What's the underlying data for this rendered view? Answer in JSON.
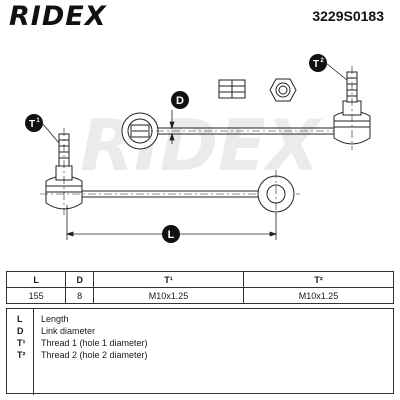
{
  "brand": {
    "name": "RIDEX"
  },
  "part_number": "3229S0183",
  "badges": {
    "d": "D",
    "t1": "T",
    "t1_sup": "1",
    "t2": "T",
    "t2_sup": "2",
    "l": "L"
  },
  "table": {
    "headers": [
      "L",
      "D",
      "T¹",
      "T²"
    ],
    "values": [
      "155",
      "8",
      "M10x1.25",
      "M10x1.25"
    ]
  },
  "legend": [
    {
      "key": "L",
      "desc": "Length"
    },
    {
      "key": "D",
      "desc": "Link diameter"
    },
    {
      "key": "T¹",
      "desc": "Thread 1 (hole 1 diameter)"
    },
    {
      "key": "T²",
      "desc": "Thread 2 (hole 2 diameter)"
    }
  ],
  "colors": {
    "badge_bg": "#111111",
    "badge_text": "#ffffff",
    "watermark": "#ebebeb"
  }
}
